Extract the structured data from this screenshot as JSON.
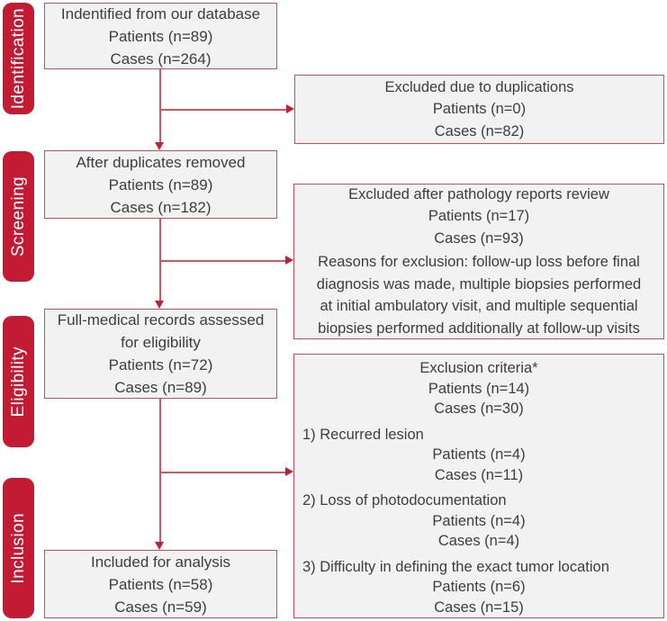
{
  "figure": {
    "type": "prisma-flow-diagram",
    "stages": [
      "Identification",
      "Screening",
      "Eligibility",
      "Inclusion"
    ],
    "boxes": {
      "identified": [
        "Indentified from our database",
        "Patients (n=89)",
        "Cases (n=264)"
      ],
      "excluded_duplications": [
        "Excluded due to duplications",
        "Patients (n=0)",
        "Cases (n=82)"
      ],
      "after_duplicates": [
        "After duplicates removed",
        "Patients (n=89)",
        "Cases (n=182)"
      ],
      "excluded_pathology": {
        "lines": [
          "Excluded after pathology reports review",
          "Patients (n=17)",
          "Cases (n=93)"
        ],
        "reason_lines": [
          "Reasons for exclusion: follow-up loss before final",
          "diagnosis was made, multiple biopsies performed",
          "at initial ambulatory visit, and multiple sequential",
          "biopsies performed additionally at follow-up visits"
        ]
      },
      "full_records": [
        "Full-medical records assessed",
        "for eligibility",
        "Patients (n=72)",
        "Cases (n=89)"
      ],
      "exclusion_criteria": {
        "header": [
          "Exclusion criteria*",
          "Patients (n=14)",
          "Cases (n=30)"
        ],
        "items": [
          {
            "label": "1) Recurred lesion",
            "patients": "Patients (n=4)",
            "cases": "Cases (n=11)"
          },
          {
            "label": "2) Loss of photodocumentation",
            "patients": "Patients (n=4)",
            "cases": "Cases (n=4)"
          },
          {
            "label": "3) Difficulty in defining the exact tumor location",
            "patients": "Patients (n=6)",
            "cases": "Cases (n=15)"
          }
        ]
      },
      "included": [
        "Included for analysis",
        "Patients (n=58)",
        "Cases (n=59)"
      ]
    },
    "colors": {
      "stage_label_bg": "#c21b33",
      "stage_label_text": "#ffffff",
      "box_border": "#cf4b56",
      "box_fill": "#f2f2f2",
      "arrow_line": "#d6545e",
      "arrowhead": "#c22033",
      "text": "#3d3d3d"
    }
  }
}
